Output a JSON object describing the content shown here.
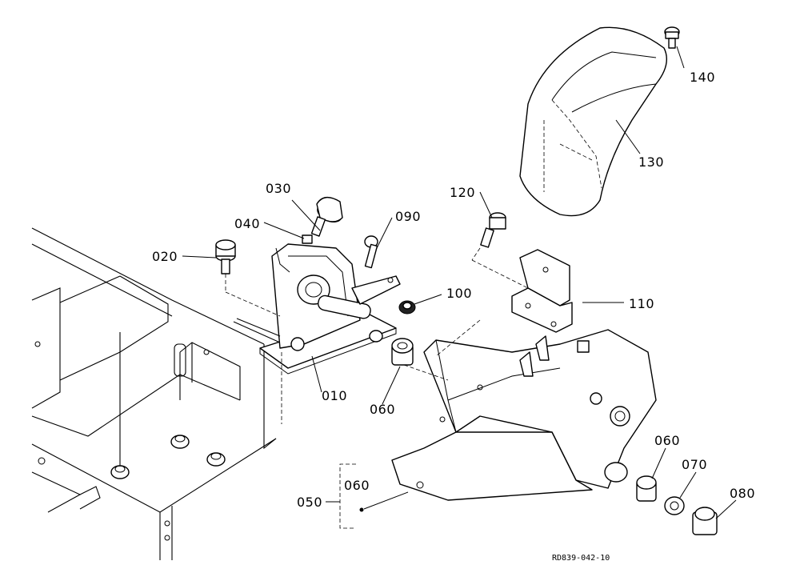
{
  "diagram": {
    "part_numbers": {
      "p010": "010",
      "p020": "020",
      "p030": "030",
      "p040": "040",
      "p050": "050",
      "p060_bushing_left": "060",
      "p060_group": "060",
      "p060_bushing_right": "060",
      "p070": "070",
      "p080": "080",
      "p090": "090",
      "p100": "100",
      "p110": "110",
      "p120": "120",
      "p130": "130",
      "p140": "140"
    },
    "reference_code": "RD839-042-10"
  }
}
